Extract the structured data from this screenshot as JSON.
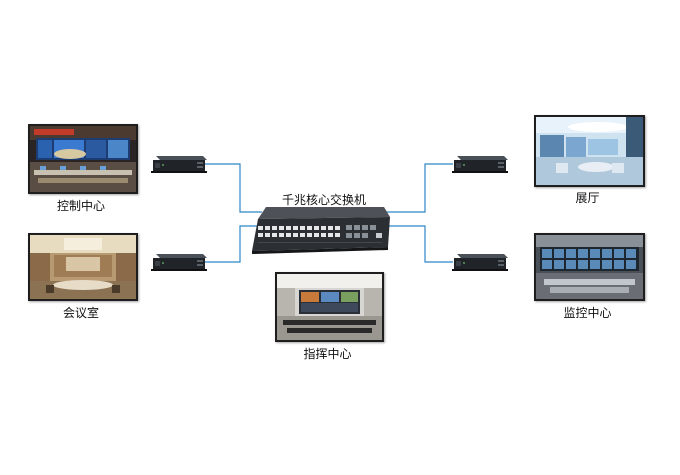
{
  "diagram": {
    "core_switch": {
      "label": "千兆核心交换机"
    },
    "nodes": {
      "control_center": {
        "label": "控制中心"
      },
      "meeting_room": {
        "label": "会议室"
      },
      "command_center": {
        "label": "指挥中心"
      },
      "exhibition_hall": {
        "label": "展厅"
      },
      "monitor_center": {
        "label": "监控中心"
      }
    },
    "colors": {
      "link": "#2f86c8",
      "device_body": "#202428",
      "switch_body": "#2b2e33"
    },
    "icons": {
      "edge_device": "network-encoder-icon",
      "core_switch": "core-switch-icon"
    }
  }
}
